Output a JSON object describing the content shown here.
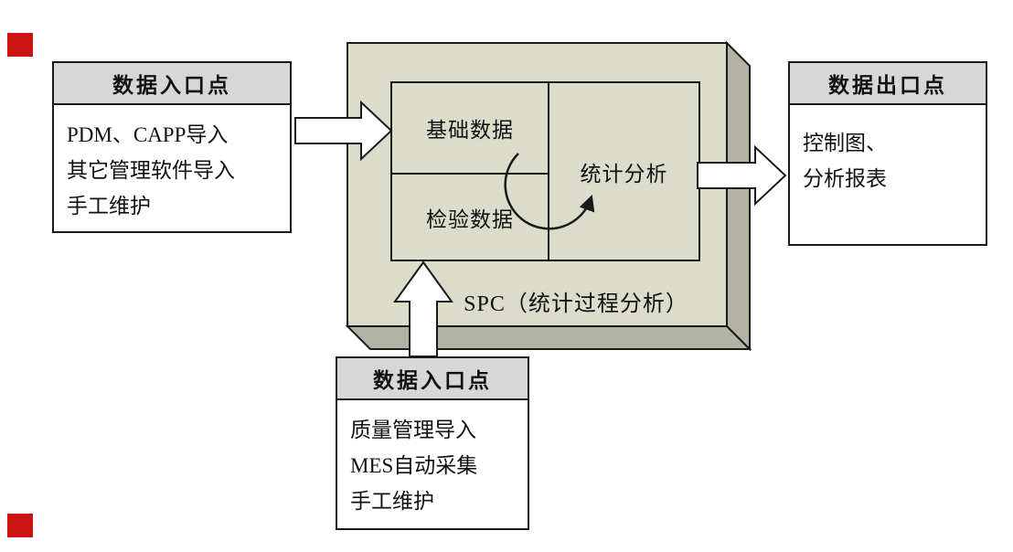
{
  "diagram": {
    "left_entry": {
      "title": "数据入口点",
      "lines": [
        "PDM、CAPP导入",
        "其它管理软件导入",
        "手工维护"
      ]
    },
    "bottom_entry": {
      "title": "数据入口点",
      "lines": [
        "质量管理导入",
        "MES自动采集",
        "手工维护"
      ]
    },
    "output": {
      "title": "数据出口点",
      "lines": [
        "控制图、",
        "分析报表"
      ]
    },
    "spc": {
      "label": "SPC（统计过程分析）",
      "basic_data": "基础数据",
      "inspection_data": "检验数据",
      "statistical_analysis": "统计分析"
    },
    "colors": {
      "red_marker": "#cc1414",
      "header_bg": "#d7d7d7",
      "spc_face": "#dcdccb",
      "spc_side": "#b3b3a4",
      "arrow_fill": "#ffffff",
      "border": "#1a1a1a"
    }
  }
}
